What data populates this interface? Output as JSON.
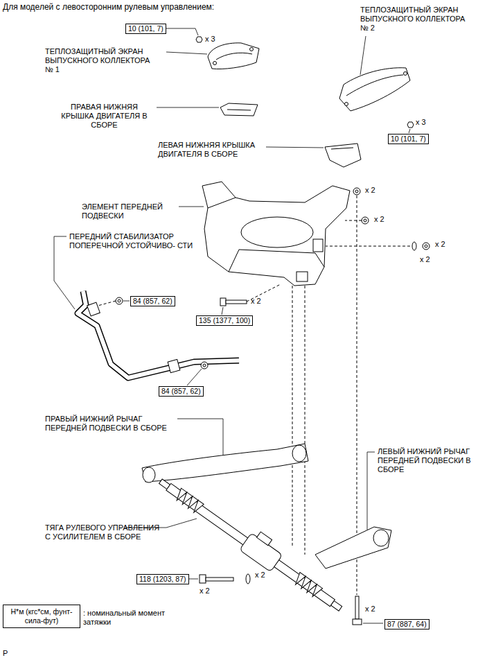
{
  "diagram": {
    "title": "Для моделей с левосторонним рулевым управлением:",
    "nodes": [
      {
        "text": [
          "10 (101, 7)"
        ]
      },
      {
        "text": [
          "10 (101, 7)"
        ]
      },
      {
        "text": [
          "84 (857, 62)"
        ]
      },
      {
        "text": [
          "135 (1377, 100)"
        ]
      },
      {
        "text": [
          "84 (857, 62)"
        ]
      },
      {
        "text": [
          "118 (1203, 87)"
        ]
      },
      {
        "text": [
          "87 (887, 64)"
        ]
      },
      {
        "text": [
          "Н*м (кгс*см, фунт-сила-фут)"
        ]
      }
    ],
    "labels": [
      "ТЕПЛОЗАЩИТНЫЙ ЭКРАН ВЫПУСКНОГО КОЛЛЕКТОРА № 2",
      "x 3",
      "ТЕПЛОЗАЩИТНЫЙ ЭКРАН ВЫПУСКНОГО КОЛЛЕКТОРА № 1",
      "ПРАВАЯ НИЖНЯЯ КРЫШКА ДВИГАТЕЛЯ В СБОРЕ",
      "x 3",
      "ЛЕВАЯ НИЖНЯЯ КРЫШКА ДВИГАТЕЛЯ В СБОРЕ",
      "x 2",
      "ЭЛЕМЕНТ ПЕРЕДНЕЙ ПОДВЕСКИ",
      "x 2",
      "ПЕРЕДНИЙ СТАБИЛИЗАТОР ПОПЕРЕЧНОЙ УСТОЙЧИВО- СТИ",
      "x 2",
      "x 2",
      "x 2",
      "ПРАВЫЙ НИЖНИЙ РЫЧАГ ПЕРЕДНЕЙ ПОДВЕСКИ В СБОРЕ",
      "ЛЕВЫЙ НИЖНИЙ РЫЧАГ ПЕРЕДНЕЙ ПОДВЕСКИ В СБОРЕ",
      "ТЯГА РУЛЕВОГО УПРАВЛЕНИЯ С УСИЛИТЕЛЕМ В СБОРЕ",
      "x 2",
      "x 2",
      "x 2",
      "P"
    ],
    "legend": [
      {
        "text": ": номинальный момент затяжки"
      }
    ]
  }
}
